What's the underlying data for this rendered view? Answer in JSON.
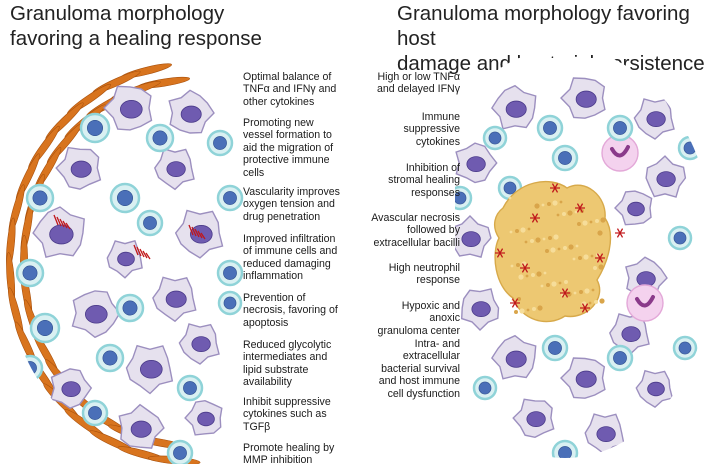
{
  "titles": {
    "left": "Granuloma morphology\nfavoring a healing response",
    "right": "Granuloma morphology favoring host\ndamage and bacterial persistence"
  },
  "left_labels": [
    "Optimal balance of\nTNFα and IFNγ and\nother cytokines",
    "Promoting new\nvessel formation to\naid the migration of\nprotective immune\ncells",
    "Vascularity improves\noxygen tension and\ndrug penetration",
    "Improved infiltration\nof immune cells and\nreduced damaging\ninflammation",
    "Prevention of\nnecrosis, favoring of\napoptosis",
    "Reduced glycolytic\nintermediates and\nlipid substrate\navailability",
    "Inhibit suppressive\ncytokines such as\nTGFβ",
    "Promote healing by\nMMP inhibition"
  ],
  "right_labels": [
    "High or low TNFα\nand delayed IFNγ",
    "Immune\nsuppressive\ncytokines",
    "Inhibition of\nstromal healing\nresponses",
    "Avascular necrosis\nfollowed by\nextracellular bacilli",
    "High neutrophil\nresponse",
    "Hypoxic and anoxic\ngranuloma center",
    "Intra- and\nextracellular\nbacterial survival\nand host immune\ncell dysfunction"
  ],
  "colors": {
    "fibroblast": "#d8741e",
    "macrophage_fill": "#e6e1ee",
    "macrophage_edge": "#9c8fbf",
    "nucleus": "#6f5bb0",
    "lymphocyte_ring": "#8fd3d8",
    "lymphocyte_core": "#4a6fb8",
    "bacilli": "#c0171b",
    "necrosis": "#e8c36c",
    "neutrophil": "#e3a8d8"
  }
}
